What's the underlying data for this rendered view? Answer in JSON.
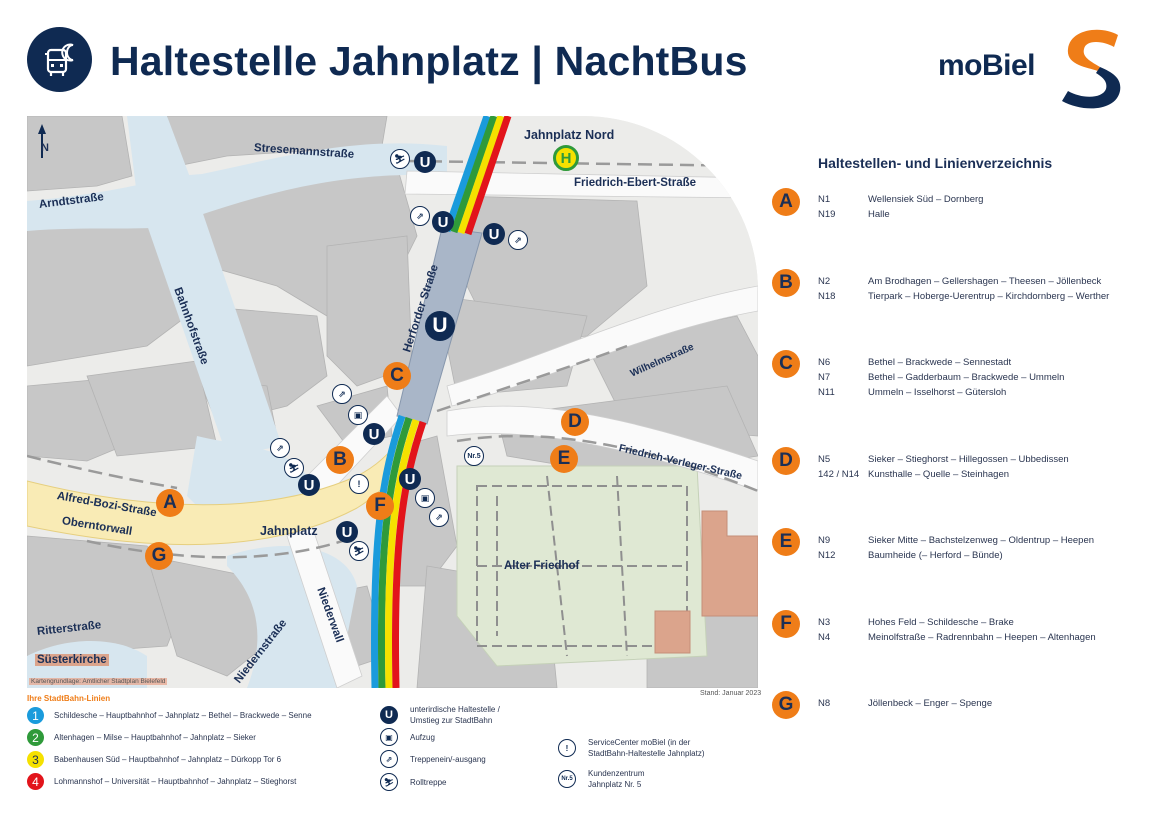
{
  "header": {
    "title": "Haltestelle Jahnplatz | NachtBus",
    "icon": "night-bus-icon",
    "brand": "moBiel"
  },
  "colors": {
    "navy": "#0f2a52",
    "orange": "#ef7d18",
    "line1": "#1a9bdc",
    "line2": "#2f9a3a",
    "line3": "#f5e100",
    "line4": "#e2141b",
    "street": "#d8e6ef",
    "building": "#c6c6c6",
    "park": "#dfe8d3"
  },
  "map": {
    "north_label": "N",
    "credit": "Kartengrundlage: Amtlicher Stadtplan Bielefeld",
    "stand": "Stand: Januar 2023",
    "streets": {
      "stresemann": "Stresemannstraße",
      "arndt": "Arndtstraße",
      "bahnhof": "Bahnhofstraße",
      "herforder": "Herforder Straße",
      "ebert": "Friedrich-Ebert-Straße",
      "wilhelm": "Wilhelmstraße",
      "verleger": "Friedrich-Verleger-Straße",
      "bozi": "Alfred-Bozi-Straße",
      "oberntor": "Oberntorwall",
      "jahnplatz": "Jahnplatz",
      "ritter": "Ritterstraße",
      "niedern": "Niedernstraße",
      "niederwall": "Niederwall"
    },
    "places": {
      "nord": "Jahnplatz Nord",
      "friedhof": "Alter Friedhof",
      "kirche": "Süsterkirche"
    },
    "stops": [
      "A",
      "B",
      "C",
      "D",
      "E",
      "F",
      "G"
    ],
    "u_label": "U",
    "h_label": "H",
    "nr5_label": "Nr.5"
  },
  "directory": {
    "title": "Haltestellen- und Linienverzeichnis",
    "groups": [
      {
        "stop": "A",
        "lines": [
          {
            "code": "N1",
            "route": "Wellensiek Süd – Dornberg"
          },
          {
            "code": "N19",
            "route": "Halle"
          }
        ]
      },
      {
        "stop": "B",
        "lines": [
          {
            "code": "N2",
            "route": "Am Brodhagen – Gellershagen – Theesen – Jöllenbeck"
          },
          {
            "code": "N18",
            "route": "Tierpark – Hoberge-Uerentrup – Kirchdornberg – Werther"
          }
        ]
      },
      {
        "stop": "C",
        "lines": [
          {
            "code": "N6",
            "route": "Bethel – Brackwede – Sennestadt"
          },
          {
            "code": "N7",
            "route": "Bethel – Gadderbaum – Brackwede – Ummeln"
          },
          {
            "code": "N11",
            "route": "Ummeln – Isselhorst – Gütersloh"
          }
        ]
      },
      {
        "stop": "D",
        "lines": [
          {
            "code": "N5",
            "route": "Sieker – Stieghorst – Hillegossen – Ubbedissen"
          },
          {
            "code": "142 / N14",
            "route": "Kunsthalle – Quelle – Steinhagen"
          }
        ]
      },
      {
        "stop": "E",
        "lines": [
          {
            "code": "N9",
            "route": "Sieker Mitte – Bachstelzenweg – Oldentrup – Heepen"
          },
          {
            "code": "N12",
            "route": "Baumheide (– Herford – Bünde)"
          }
        ]
      },
      {
        "stop": "F",
        "lines": [
          {
            "code": "N3",
            "route": "Hohes Feld – Schildesche – Brake"
          },
          {
            "code": "N4",
            "route": "Meinolfstraße – Radrennbahn – Heepen – Altenhagen"
          }
        ]
      },
      {
        "stop": "G",
        "lines": [
          {
            "code": "N8",
            "route": "Jöllenbeck – Enger – Spenge"
          }
        ]
      }
    ]
  },
  "legend": {
    "title": "Ihre StadtBahn-Linien",
    "lines": [
      {
        "num": "1",
        "color": "#1a9bdc",
        "route": "Schildesche – Hauptbahnhof – Jahnplatz – Bethel – Brackwede – Senne"
      },
      {
        "num": "2",
        "color": "#2f9a3a",
        "route": "Altenhagen – Milse – Hauptbahnhof – Jahnplatz – Sieker"
      },
      {
        "num": "3",
        "color": "#f5e100",
        "route": "Babenhausen Süd – Hauptbahnhof – Jahnplatz – Dürkopp Tor 6"
      },
      {
        "num": "4",
        "color": "#e2141b",
        "route": "Lohmannshof – Universität – Hauptbahnhof – Jahnplatz – Stieghorst"
      }
    ],
    "symbols": {
      "u_line1": "unterirdische Haltestelle /",
      "u_line2": "Umstieg zur StadtBahn",
      "aufzug": "Aufzug",
      "treppe": "Treppenein/-ausgang",
      "rolltreppe": "Rolltreppe",
      "service_line1": "ServiceCenter moBiel (in der",
      "service_line2": "StadtBahn-Haltestelle Jahnplatz)",
      "kunden_line1": "Kundenzentrum",
      "kunden_line2": "Jahnplatz Nr. 5"
    }
  }
}
